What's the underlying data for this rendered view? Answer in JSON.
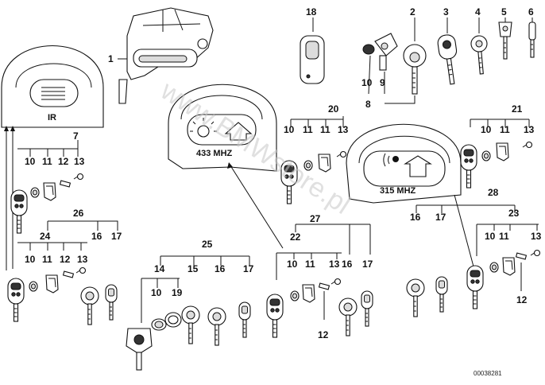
{
  "labels": {
    "l1": "1",
    "l2": "2",
    "l3": "3",
    "l4": "4",
    "l5": "5",
    "l6": "6",
    "l7": "7",
    "l8": "8",
    "l9": "9",
    "l10": "10",
    "l18": "18",
    "l20": "20",
    "l21": "21",
    "l22": "22",
    "l23": "23",
    "l24": "24",
    "l25": "25",
    "l26": "26",
    "l27": "27",
    "l28": "28",
    "g7_10": "10",
    "g7_11": "11",
    "g7_12": "12",
    "g7_13": "13",
    "g20_10": "10",
    "g20_11": "11",
    "g20_13": "13",
    "g21_10": "10",
    "g21_11": "11",
    "g21_13": "13",
    "g24_10": "10",
    "g24_11": "11",
    "g24_12": "12",
    "g24_13": "13",
    "g26_16": "16",
    "g26_17": "17",
    "g22_10": "10",
    "g22_11": "11",
    "g22_13": "13",
    "g22_12": "12",
    "g27_16": "16",
    "g27_17": "17",
    "g23_10": "10",
    "g23_11": "11",
    "g23_13": "13",
    "g23_12": "12",
    "g28_16": "16",
    "g28_17": "17",
    "g25_14": "14",
    "g25_15": "15",
    "g25_16": "16",
    "g25_17": "17",
    "g14_10": "10",
    "g14_19": "19"
  },
  "panels": {
    "ir": "IR",
    "mhz433": "433 MHZ",
    "mhz315": "315 MHZ"
  },
  "watermark": "www.BMWstore.pl",
  "reference": "00038281"
}
